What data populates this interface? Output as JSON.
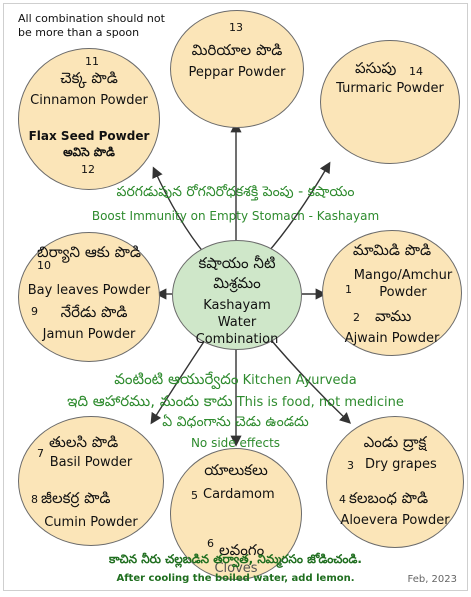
{
  "note": "All combination should not be more than a spoon",
  "center": {
    "te": "కషాయం నీటి మిశ్రమం",
    "en": "Kashayam Water Combination"
  },
  "items": {
    "cinnamon": {
      "num": "11",
      "te": "చెక్క పొడి",
      "en": "Cinnamon Powder"
    },
    "flax": {
      "num": "12",
      "en": "Flax Seed Powder",
      "te": "అవిసె పొడి"
    },
    "pepper": {
      "num": "13",
      "te": "మిరియాల పొడి",
      "en": "Peppar Powder"
    },
    "turmeric": {
      "num": "14",
      "te": "పసుపు",
      "en": "Turmaric Powder"
    },
    "bay": {
      "num": "10",
      "te": "బిర్యాని ఆకు పొడి",
      "en": "Bay leaves Powder"
    },
    "jamun": {
      "num": "9",
      "te": "నేరేడు పొడి",
      "en": "Jamun Powder"
    },
    "mango": {
      "num": "1",
      "te": "మామిడి పొడి",
      "en": "Mango/Amchur Powder"
    },
    "ajwain": {
      "num": "2",
      "te": "వాము",
      "en": "Ajwain Powder"
    },
    "basil": {
      "num": "7",
      "te": "తులసి పొడి",
      "en": "Basil Powder"
    },
    "cumin": {
      "num": "8",
      "te": "జీలకర్ర పొడి",
      "en": "Cumin Powder"
    },
    "cardamom": {
      "num": "5",
      "te": "యాలుకలు",
      "en": "Cardamom"
    },
    "cloves": {
      "num": "6",
      "te": "లవంగం",
      "en": "Cloves"
    },
    "grapes": {
      "num": "3",
      "te": "ఎండు ద్రాక్ష",
      "en": "Dry grapes"
    },
    "aloevera": {
      "num": "4",
      "te": "కలబంధ పొడి",
      "en": "Aloevera Powder"
    }
  },
  "banner_top": {
    "te": "పరగడుపున రోగనిరోధకశక్తి పెంపు - కషాయం",
    "en": "Boost Immunity on Empty Stomach - Kashayam"
  },
  "banner_mid": {
    "line1_te": "వంటింటి ఆయుర్వేదం",
    "line1_en": "Kitchen Ayurveda",
    "line2_te": "ఇది ఆహారము, మందు కాదు",
    "line2_en": "This is food, not medicine",
    "line3_te": "ఏ విధంగాను చెడు ఉండదు",
    "line4_en": "No side effects"
  },
  "footer": {
    "te": "కాచిన నీరు చల్లబడిన తర్వాత, నిమ్మరసం జోడించండి.",
    "en": "After cooling the boiled water, add lemon."
  },
  "date": "Feb, 2023",
  "colors": {
    "circle_fill": "#fbe5b8",
    "center_fill": "#cfe7c9",
    "green_text": "#2e8b2e",
    "border": "#6b6b6b"
  }
}
